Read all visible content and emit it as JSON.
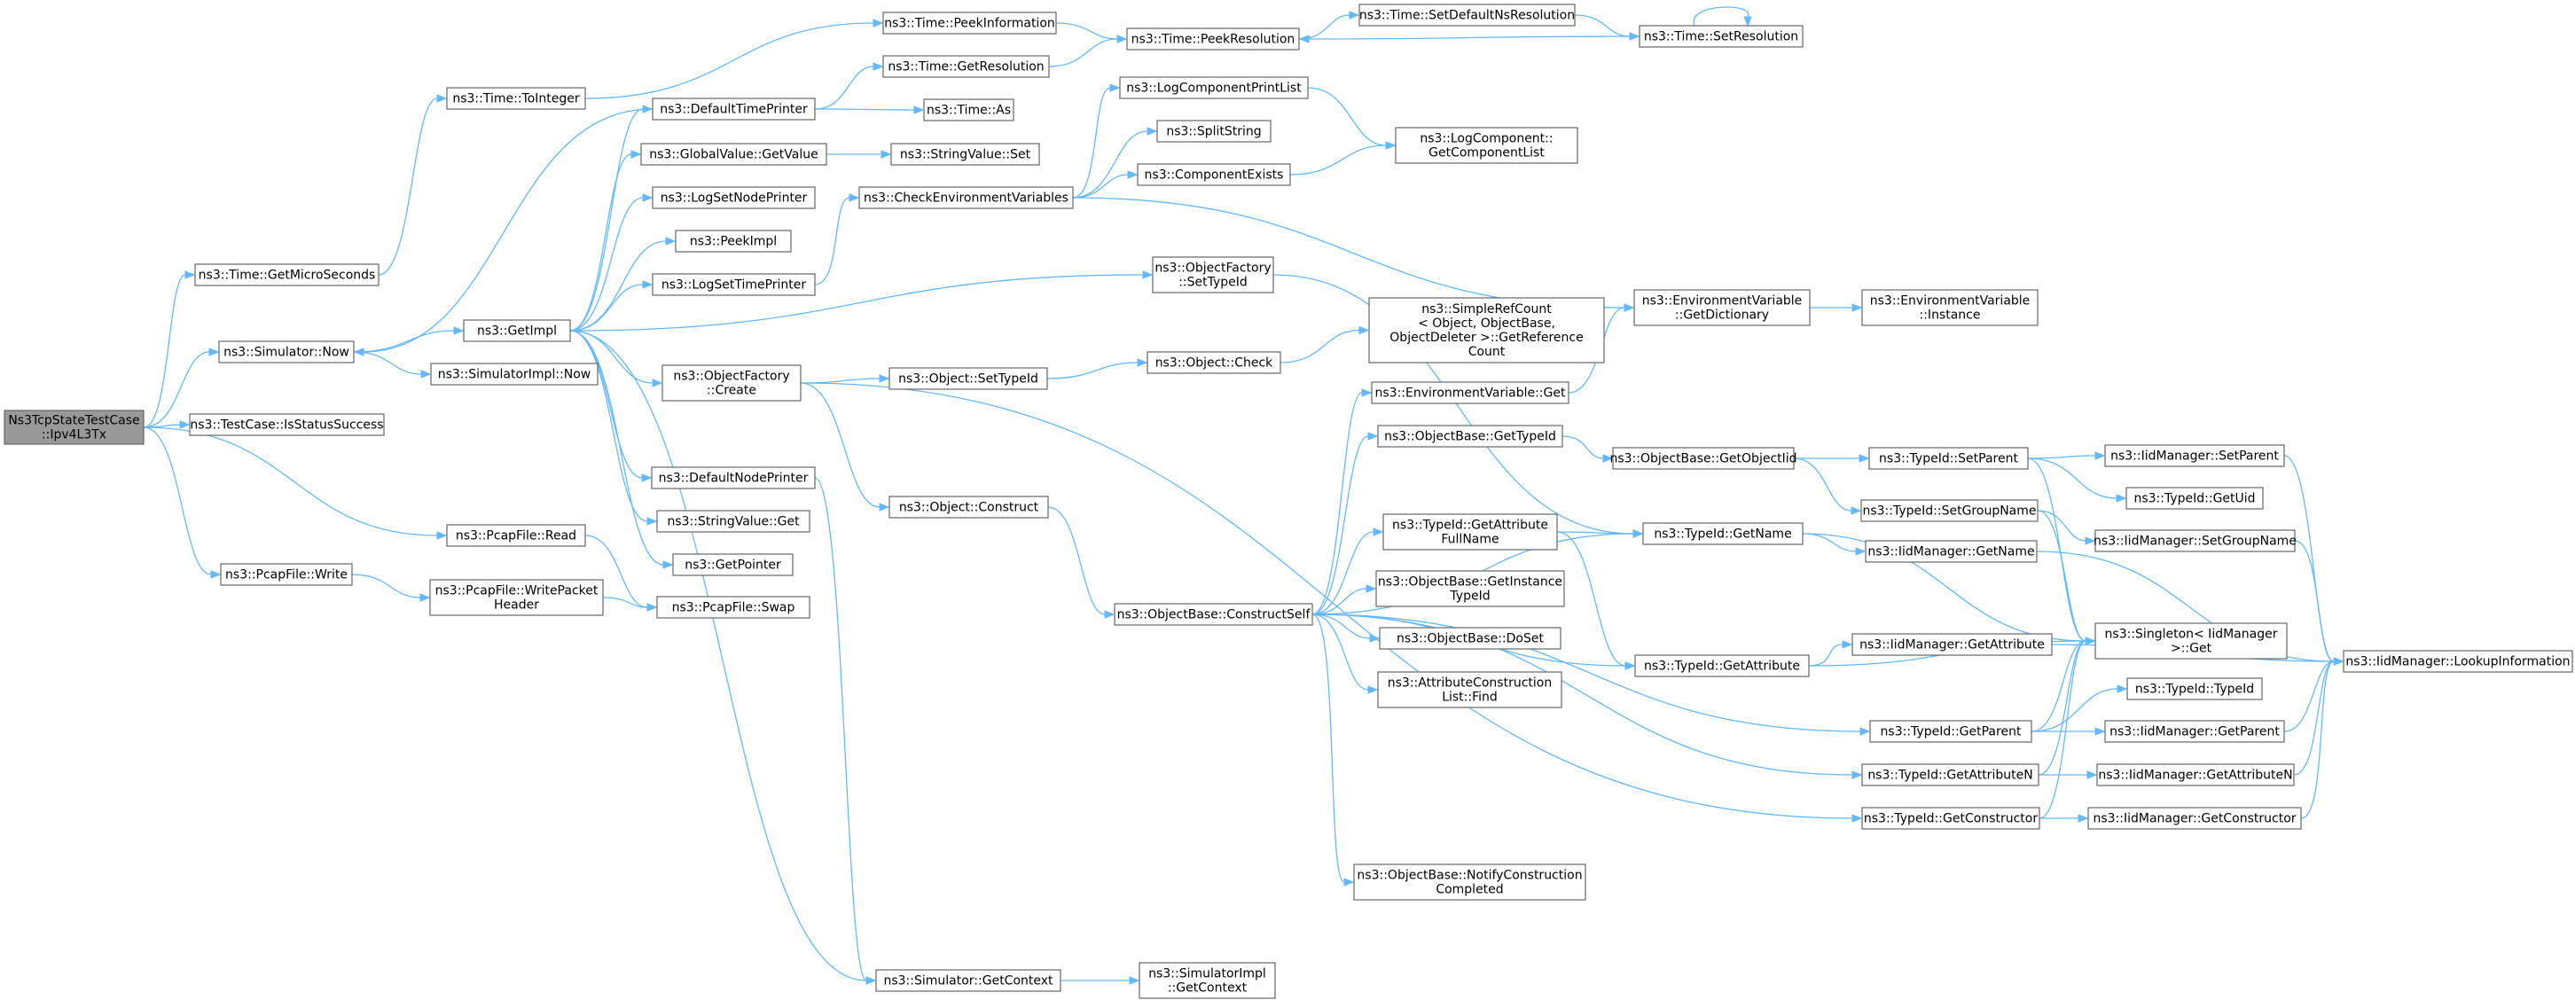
{
  "graph": {
    "nodes": [
      {
        "id": "root",
        "lines": [
          "Ns3TcpStateTestCase",
          "::Ipv4L3Tx"
        ],
        "root": true
      },
      {
        "id": "getMicro",
        "lines": [
          "ns3::Time::GetMicroSeconds"
        ]
      },
      {
        "id": "toInteger",
        "lines": [
          "ns3::Time::ToInteger"
        ]
      },
      {
        "id": "peekInfo",
        "lines": [
          "ns3::Time::PeekInformation"
        ]
      },
      {
        "id": "peekRes",
        "lines": [
          "ns3::Time::PeekResolution"
        ]
      },
      {
        "id": "setDefRes",
        "lines": [
          "ns3::Time::SetDefaultNsResolution"
        ]
      },
      {
        "id": "setRes",
        "lines": [
          "ns3::Time::SetResolution"
        ]
      },
      {
        "id": "getRes",
        "lines": [
          "ns3::Time::GetResolution"
        ]
      },
      {
        "id": "timeAs",
        "lines": [
          "ns3::Time::As"
        ]
      },
      {
        "id": "simNow",
        "lines": [
          "ns3::Simulator::Now"
        ]
      },
      {
        "id": "defTimePrinter",
        "lines": [
          "ns3::DefaultTimePrinter"
        ]
      },
      {
        "id": "gvGetValue",
        "lines": [
          "ns3::GlobalValue::GetValue"
        ]
      },
      {
        "id": "svSet",
        "lines": [
          "ns3::StringValue::Set"
        ]
      },
      {
        "id": "logSetNodePrinter",
        "lines": [
          "ns3::LogSetNodePrinter"
        ]
      },
      {
        "id": "peekImpl",
        "lines": [
          "ns3::PeekImpl"
        ]
      },
      {
        "id": "logSetTimePrinter",
        "lines": [
          "ns3::LogSetTimePrinter"
        ]
      },
      {
        "id": "getImpl",
        "lines": [
          "ns3::GetImpl"
        ]
      },
      {
        "id": "simImplNow",
        "lines": [
          "ns3::SimulatorImpl::Now"
        ]
      },
      {
        "id": "testCase",
        "lines": [
          "ns3::TestCase::IsStatusSuccess"
        ]
      },
      {
        "id": "ofCreate",
        "lines": [
          "ns3::ObjectFactory",
          "::Create"
        ]
      },
      {
        "id": "defNodePrinter",
        "lines": [
          "ns3::DefaultNodePrinter"
        ]
      },
      {
        "id": "svGet",
        "lines": [
          "ns3::StringValue::Get"
        ]
      },
      {
        "id": "getPointer",
        "lines": [
          "ns3::GetPointer"
        ]
      },
      {
        "id": "pcapRead",
        "lines": [
          "ns3::PcapFile::Read"
        ]
      },
      {
        "id": "pcapWrite",
        "lines": [
          "ns3::PcapFile::Write"
        ]
      },
      {
        "id": "pcapWriteHdr",
        "lines": [
          "ns3::PcapFile::WritePacket",
          "Header"
        ]
      },
      {
        "id": "pcapSwap",
        "lines": [
          "ns3::PcapFile::Swap"
        ]
      },
      {
        "id": "checkEnv",
        "lines": [
          "ns3::CheckEnvironmentVariables"
        ]
      },
      {
        "id": "logCompPrint",
        "lines": [
          "ns3::LogComponentPrintList"
        ]
      },
      {
        "id": "splitString",
        "lines": [
          "ns3::SplitString"
        ]
      },
      {
        "id": "compExists",
        "lines": [
          "ns3::ComponentExists"
        ]
      },
      {
        "id": "logCompGetList",
        "lines": [
          "ns3::LogComponent::",
          "GetComponentList"
        ]
      },
      {
        "id": "ofSetTypeId",
        "lines": [
          "ns3::ObjectFactory",
          "::SetTypeId"
        ]
      },
      {
        "id": "objSetTypeId",
        "lines": [
          "ns3::Object::SetTypeId"
        ]
      },
      {
        "id": "objCheck",
        "lines": [
          "ns3::Object::Check"
        ]
      },
      {
        "id": "simpleRef",
        "lines": [
          "ns3::SimpleRefCount",
          "< Object, ObjectBase,",
          "ObjectDeleter >::GetReference",
          "Count"
        ]
      },
      {
        "id": "objConstruct",
        "lines": [
          "ns3::Object::Construct"
        ]
      },
      {
        "id": "envGetDict",
        "lines": [
          "ns3::EnvironmentVariable",
          "::GetDictionary"
        ]
      },
      {
        "id": "envInstance",
        "lines": [
          "ns3::EnvironmentVariable",
          "::Instance"
        ]
      },
      {
        "id": "envGet",
        "lines": [
          "ns3::EnvironmentVariable::Get"
        ]
      },
      {
        "id": "obGetTypeId",
        "lines": [
          "ns3::ObjectBase::GetTypeId"
        ]
      },
      {
        "id": "obGetObjectIid",
        "lines": [
          "ns3::ObjectBase::GetObjectIid"
        ]
      },
      {
        "id": "tidSetParent",
        "lines": [
          "ns3::TypeId::SetParent"
        ]
      },
      {
        "id": "iidSetParent",
        "lines": [
          "ns3::IidManager::SetParent"
        ]
      },
      {
        "id": "tidGetUid",
        "lines": [
          "ns3::TypeId::GetUid"
        ]
      },
      {
        "id": "tidSetGroupName",
        "lines": [
          "ns3::TypeId::SetGroupName"
        ]
      },
      {
        "id": "iidSetGroupName",
        "lines": [
          "ns3::IidManager::SetGroupName"
        ]
      },
      {
        "id": "tidGetAttrFull",
        "lines": [
          "ns3::TypeId::GetAttribute",
          "FullName"
        ]
      },
      {
        "id": "tidGetName",
        "lines": [
          "ns3::TypeId::GetName"
        ]
      },
      {
        "id": "iidGetName",
        "lines": [
          "ns3::IidManager::GetName"
        ]
      },
      {
        "id": "obGetInstTid",
        "lines": [
          "ns3::ObjectBase::GetInstance",
          "TypeId"
        ]
      },
      {
        "id": "obConstructSelf",
        "lines": [
          "ns3::ObjectBase::ConstructSelf"
        ]
      },
      {
        "id": "obDoSet",
        "lines": [
          "ns3::ObjectBase::DoSet"
        ]
      },
      {
        "id": "singletonGet",
        "lines": [
          "ns3::Singleton< IidManager",
          ">::Get"
        ]
      },
      {
        "id": "iidLookup",
        "lines": [
          "ns3::IidManager::LookupInformation"
        ]
      },
      {
        "id": "attrConstrFind",
        "lines": [
          "ns3::AttributeConstruction",
          "List::Find"
        ]
      },
      {
        "id": "tidGetAttribute",
        "lines": [
          "ns3::TypeId::GetAttribute"
        ]
      },
      {
        "id": "iidGetAttribute",
        "lines": [
          "ns3::IidManager::GetAttribute"
        ]
      },
      {
        "id": "tidTypeId",
        "lines": [
          "ns3::TypeId::TypeId"
        ]
      },
      {
        "id": "tidGetParent",
        "lines": [
          "ns3::TypeId::GetParent"
        ]
      },
      {
        "id": "iidGetParent",
        "lines": [
          "ns3::IidManager::GetParent"
        ]
      },
      {
        "id": "tidGetAttrN",
        "lines": [
          "ns3::TypeId::GetAttributeN"
        ]
      },
      {
        "id": "iidGetAttrN",
        "lines": [
          "ns3::IidManager::GetAttributeN"
        ]
      },
      {
        "id": "tidGetConstructor",
        "lines": [
          "ns3::TypeId::GetConstructor"
        ]
      },
      {
        "id": "iidGetConstructor",
        "lines": [
          "ns3::IidManager::GetConstructor"
        ]
      },
      {
        "id": "obNotifyConstr",
        "lines": [
          "ns3::ObjectBase::NotifyConstruction",
          "Completed"
        ]
      },
      {
        "id": "simGetContext",
        "lines": [
          "ns3::Simulator::GetContext"
        ]
      },
      {
        "id": "simImplGetContext",
        "lines": [
          "ns3::SimulatorImpl",
          "::GetContext"
        ]
      }
    ],
    "edges": [
      [
        "root",
        "getMicro"
      ],
      [
        "root",
        "simNow"
      ],
      [
        "root",
        "testCase"
      ],
      [
        "root",
        "pcapRead"
      ],
      [
        "root",
        "pcapWrite"
      ],
      [
        "getMicro",
        "toInteger"
      ],
      [
        "toInteger",
        "peekInfo"
      ],
      [
        "peekInfo",
        "peekRes"
      ],
      [
        "peekRes",
        "setDefRes"
      ],
      [
        "setDefRes",
        "setRes"
      ],
      [
        "setRes",
        "peekRes"
      ],
      [
        "setRes",
        "setRes"
      ],
      [
        "getRes",
        "peekRes"
      ],
      [
        "simNow",
        "getImpl"
      ],
      [
        "simNow",
        "simImplNow"
      ],
      [
        "getImpl",
        "defTimePrinter"
      ],
      [
        "getImpl",
        "gvGetValue"
      ],
      [
        "getImpl",
        "logSetNodePrinter"
      ],
      [
        "getImpl",
        "peekImpl"
      ],
      [
        "getImpl",
        "logSetTimePrinter"
      ],
      [
        "getImpl",
        "ofSetTypeId"
      ],
      [
        "getImpl",
        "ofCreate"
      ],
      [
        "getImpl",
        "defNodePrinter"
      ],
      [
        "getImpl",
        "svGet"
      ],
      [
        "getImpl",
        "getPointer"
      ],
      [
        "getImpl",
        "simGetContext"
      ],
      [
        "defTimePrinter",
        "getRes"
      ],
      [
        "defTimePrinter",
        "timeAs"
      ],
      [
        "defTimePrinter",
        "simNow"
      ],
      [
        "gvGetValue",
        "svSet"
      ],
      [
        "logSetTimePrinter",
        "checkEnv"
      ],
      [
        "checkEnv",
        "logCompPrint"
      ],
      [
        "checkEnv",
        "splitString"
      ],
      [
        "checkEnv",
        "compExists"
      ],
      [
        "checkEnv",
        "envGetDict"
      ],
      [
        "logCompPrint",
        "logCompGetList"
      ],
      [
        "compExists",
        "logCompGetList"
      ],
      [
        "envGetDict",
        "envInstance"
      ],
      [
        "envGet",
        "envGetDict"
      ],
      [
        "ofSetTypeId",
        "tidGetName"
      ],
      [
        "ofCreate",
        "objSetTypeId"
      ],
      [
        "ofCreate",
        "objConstruct"
      ],
      [
        "ofCreate",
        "tidGetConstructor"
      ],
      [
        "objSetTypeId",
        "objCheck"
      ],
      [
        "objCheck",
        "simpleRef"
      ],
      [
        "objConstruct",
        "obConstructSelf"
      ],
      [
        "defNodePrinter",
        "simGetContext"
      ],
      [
        "simGetContext",
        "simImplGetContext"
      ],
      [
        "pcapRead",
        "pcapSwap"
      ],
      [
        "pcapWrite",
        "pcapWriteHdr"
      ],
      [
        "pcapWriteHdr",
        "pcapSwap"
      ],
      [
        "obConstructSelf",
        "envGet"
      ],
      [
        "obConstructSelf",
        "obGetTypeId"
      ],
      [
        "obConstructSelf",
        "tidGetName"
      ],
      [
        "obConstructSelf",
        "tidGetAttrFull"
      ],
      [
        "obConstructSelf",
        "obGetInstTid"
      ],
      [
        "obConstructSelf",
        "obDoSet"
      ],
      [
        "obConstructSelf",
        "attrConstrFind"
      ],
      [
        "obConstructSelf",
        "tidGetAttribute"
      ],
      [
        "obConstructSelf",
        "tidGetParent"
      ],
      [
        "obConstructSelf",
        "tidGetAttrN"
      ],
      [
        "obConstructSelf",
        "obNotifyConstr"
      ],
      [
        "obGetTypeId",
        "obGetObjectIid"
      ],
      [
        "obGetObjectIid",
        "tidSetParent"
      ],
      [
        "obGetObjectIid",
        "tidSetGroupName"
      ],
      [
        "tidSetParent",
        "iidSetParent"
      ],
      [
        "tidSetParent",
        "tidGetUid"
      ],
      [
        "tidSetParent",
        "singletonGet"
      ],
      [
        "tidSetGroupName",
        "iidSetGroupName"
      ],
      [
        "tidSetGroupName",
        "singletonGet"
      ],
      [
        "tidGetAttrFull",
        "tidGetName"
      ],
      [
        "tidGetAttrFull",
        "tidGetAttribute"
      ],
      [
        "tidGetName",
        "iidGetName"
      ],
      [
        "tidGetName",
        "singletonGet"
      ],
      [
        "tidGetAttribute",
        "iidGetAttribute"
      ],
      [
        "tidGetAttribute",
        "singletonGet"
      ],
      [
        "tidGetParent",
        "tidTypeId"
      ],
      [
        "tidGetParent",
        "iidGetParent"
      ],
      [
        "tidGetParent",
        "singletonGet"
      ],
      [
        "tidGetAttrN",
        "iidGetAttrN"
      ],
      [
        "tidGetAttrN",
        "singletonGet"
      ],
      [
        "tidGetConstructor",
        "iidGetConstructor"
      ],
      [
        "tidGetConstructor",
        "singletonGet"
      ],
      [
        "iidSetParent",
        "iidLookup"
      ],
      [
        "iidSetGroupName",
        "iidLookup"
      ],
      [
        "iidGetName",
        "iidLookup"
      ],
      [
        "iidGetAttribute",
        "iidLookup"
      ],
      [
        "iidGetParent",
        "iidLookup"
      ],
      [
        "iidGetAttrN",
        "iidLookup"
      ],
      [
        "iidGetConstructor",
        "iidLookup"
      ]
    ]
  }
}
